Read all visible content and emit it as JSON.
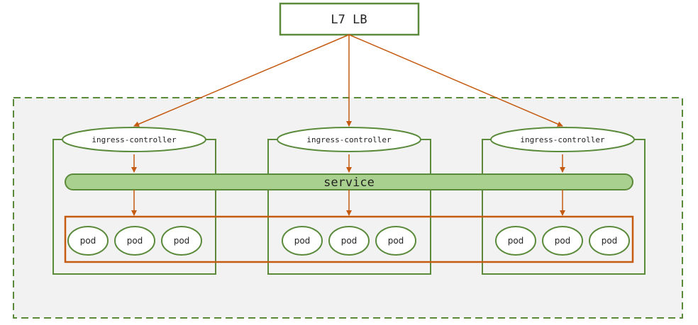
{
  "load_balancer": {
    "label": "L7 LB"
  },
  "nodes": [
    {
      "controller_label": "ingress-controller",
      "pods": [
        "pod",
        "pod",
        "pod"
      ]
    },
    {
      "controller_label": "ingress-controller",
      "pods": [
        "pod",
        "pod",
        "pod"
      ]
    },
    {
      "controller_label": "ingress-controller",
      "pods": [
        "pod",
        "pod",
        "pod"
      ]
    }
  ],
  "service": {
    "label": "service"
  },
  "colors": {
    "green": "#5a8a3a",
    "service_fill": "#a9d08e",
    "arrow": "#c55a11",
    "cluster_fill": "#f2f2f2"
  }
}
